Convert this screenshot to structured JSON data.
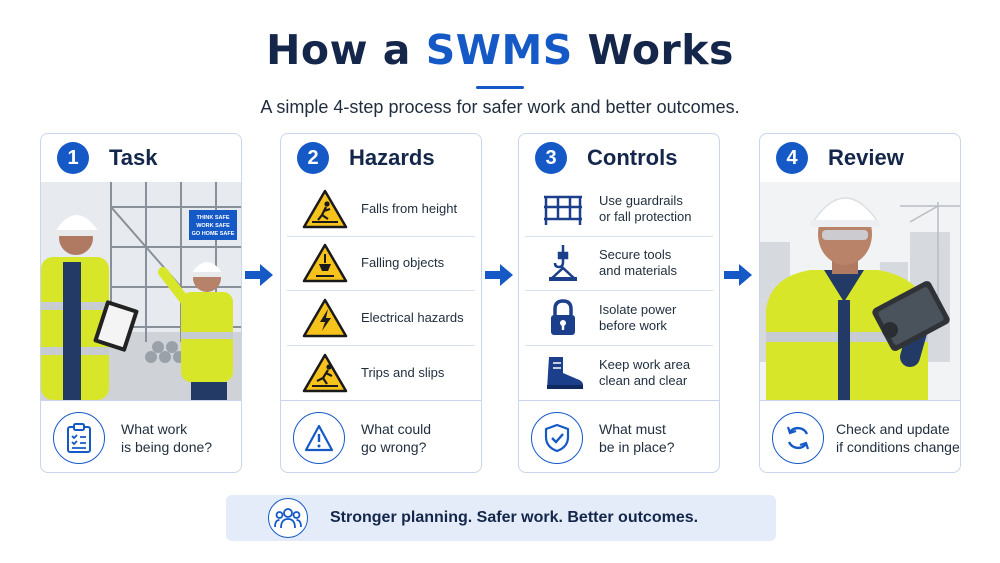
{
  "header": {
    "title_pre": "How a ",
    "title_accent": "SWMS",
    "title_post": " Works",
    "subtitle": "A simple 4-step process for safer work and better outcomes."
  },
  "steps": [
    {
      "number": "1",
      "title": "Task",
      "photo_sign": [
        "THINK SAFE",
        "WORK SAFE",
        "GO HOME SAFE"
      ],
      "footer_line1": "What work",
      "footer_line2": "is being done?",
      "footer_icon": "clipboard-checklist-icon"
    },
    {
      "number": "2",
      "title": "Hazards",
      "items": [
        {
          "label": "Falls from height",
          "icon": "fall-warning-icon"
        },
        {
          "label": "Falling objects",
          "icon": "falling-object-warning-icon"
        },
        {
          "label": "Electrical hazards",
          "icon": "electrical-warning-icon"
        },
        {
          "label": "Trips and slips",
          "icon": "trip-warning-icon"
        }
      ],
      "footer_line1": "What could",
      "footer_line2": "go wrong?",
      "footer_icon": "warning-triangle-icon"
    },
    {
      "number": "3",
      "title": "Controls",
      "items": [
        {
          "line1": "Use guardrails",
          "line2": "or fall protection",
          "icon": "guardrail-icon"
        },
        {
          "line1": "Secure tools",
          "line2": "and materials",
          "icon": "crane-hook-icon"
        },
        {
          "line1": "Isolate power",
          "line2": "before work",
          "icon": "padlock-icon"
        },
        {
          "line1": "Keep work area",
          "line2": "clean and clear",
          "icon": "safety-boot-icon"
        }
      ],
      "footer_line1": "What must",
      "footer_line2": "be in place?",
      "footer_icon": "shield-check-icon"
    },
    {
      "number": "4",
      "title": "Review",
      "footer_line1": "Check and update",
      "footer_line2": "if conditions change",
      "footer_icon": "refresh-cycle-icon"
    }
  ],
  "banner": {
    "text": "Stronger planning. Safer work. Better outcomes.",
    "icon": "team-people-icon"
  },
  "colors": {
    "accent": "#1559c7",
    "navy": "#14264a",
    "warning_yellow": "#f6c21c",
    "hi_vis": "#d8e62a"
  }
}
